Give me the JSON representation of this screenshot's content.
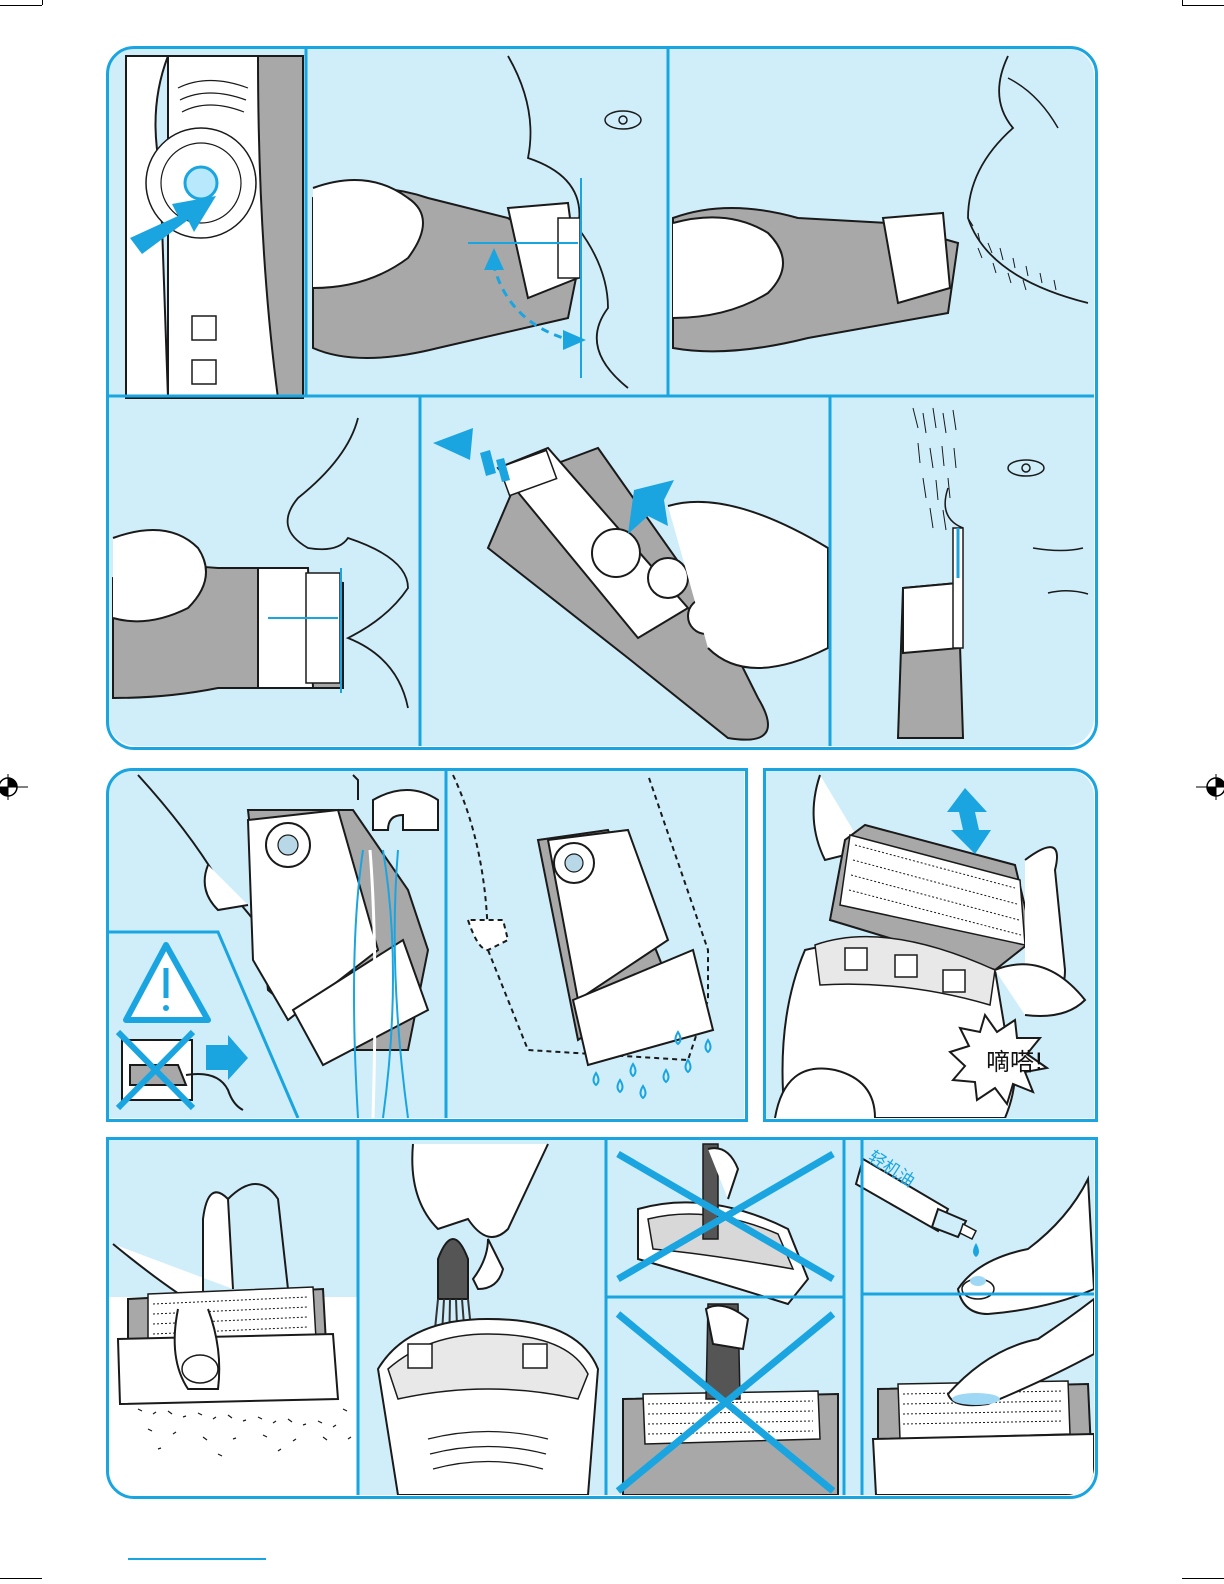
{
  "palette": {
    "panel_bg": "#cfeefa",
    "accent": "#1aa5e0",
    "device_grey": "#a8a8a8",
    "line": "#1a1a1a"
  },
  "block_top": {
    "panels": [
      {
        "id": "power-button",
        "icon": "press-arrow-icon"
      },
      {
        "id": "shave-angle",
        "icon": "angle-arrow-icon"
      },
      {
        "id": "shave-neck",
        "icon": "stubble-icon"
      },
      {
        "id": "shave-lip",
        "icon": "lip-icon"
      },
      {
        "id": "trimmer-extend",
        "icon": "slide-arrow-icon"
      },
      {
        "id": "trim-sideburn",
        "icon": "sideburn-icon"
      }
    ]
  },
  "block_mid_left": {
    "panels": [
      {
        "id": "rinse-under-tap",
        "icon": "water-tap-icon"
      },
      {
        "id": "shake-dry",
        "icon": "water-drops-icon"
      }
    ],
    "warning_icon": "warning-triangle-icon",
    "unplug_icon": "unplug-cross-icon"
  },
  "block_mid_right": {
    "panels": [
      {
        "id": "attach-foil",
        "icon": "up-down-arrow-icon"
      }
    ],
    "click_label": "嘀嗒!"
  },
  "block_bottom": {
    "panels": [
      {
        "id": "tap-foil",
        "icon": "hair-debris-icon"
      },
      {
        "id": "brush-cutter",
        "icon": "brush-icon"
      },
      {
        "id": "no-brush-frame",
        "icon": "cross-icon"
      },
      {
        "id": "no-brush-foil",
        "icon": "cross-icon"
      },
      {
        "id": "oil-drop",
        "icon": "oil-bottle-icon"
      },
      {
        "id": "apply-oil",
        "icon": "oil-finger-icon"
      }
    ],
    "oil_label": "轻机油"
  }
}
